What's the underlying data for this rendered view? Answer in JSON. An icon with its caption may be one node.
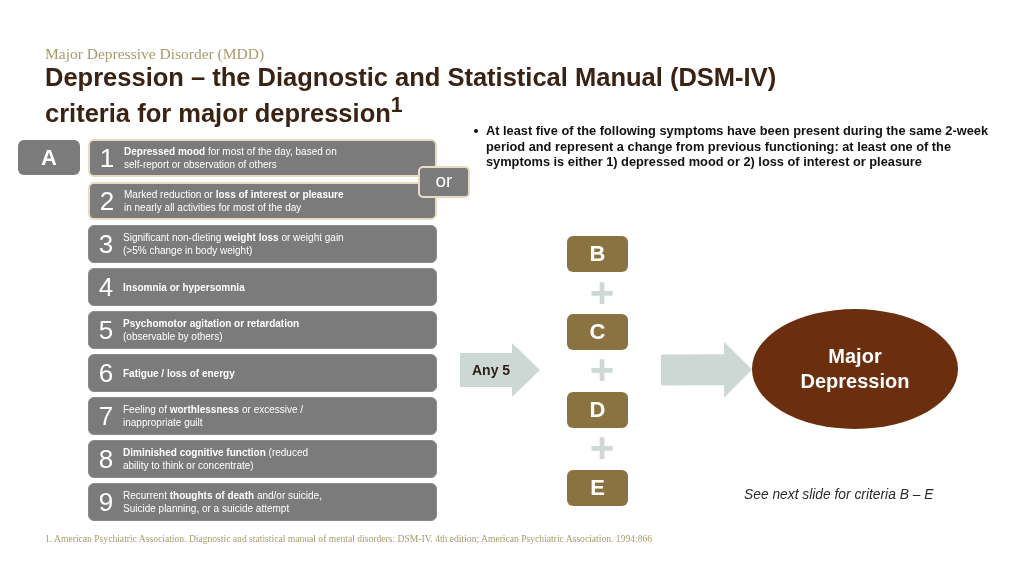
{
  "diagram": {
    "title": "Depression – the Diagnostic and Statistical Manual (DSM-IV) criteria for major depression$^{1}$",
    "caption": "1. American Psychiatric Association. Diagnostic and statistical manual of mental disorders: DSM-IV. 4th edition; American Psychiatric Association. 1994:866",
    "nodes": [
      {
        "text": [
          "A"
        ]
      },
      {
        "text": [
          "1",
          "**Depressed mood** for most of the day, based on self-report or observation of others"
        ]
      },
      {
        "text": [
          "2",
          "Marked reduction or **loss of interest or pleasure** in nearly all activities for most of the day"
        ]
      },
      {
        "text": [
          "3",
          "Significant non-dieting **weight loss** or weight gain (>5% change in body weight)"
        ]
      },
      {
        "text": [
          "4",
          "Insomnia or hypersomnia"
        ]
      },
      {
        "text": [
          "5",
          "**Psychomotor agitation or retardation** (observable by others)"
        ]
      },
      {
        "text": [
          "6",
          "Fatigue / loss of energy"
        ]
      },
      {
        "text": [
          "7",
          "Feeling of **worthlessness** or excessive / inappropriate guilt"
        ]
      },
      {
        "text": [
          "8",
          "**Diminished cognitive function** (reduced ability to think or concentrate)"
        ]
      },
      {
        "text": [
          "9",
          "Recurrent **thoughts of death** and/or suicide, Suicide planning, or a suicide attempt"
        ]
      },
      {
        "text": [
          "or"
        ]
      },
      {
        "text": [
          "Any 5"
        ]
      },
      {
        "text": [
          "B"
        ]
      },
      {
        "text": [
          "C"
        ]
      },
      {
        "text": [
          "D"
        ]
      },
      {
        "text": [
          "E"
        ]
      },
      {
        "text": [
          "Major Depression"
        ]
      }
    ],
    "edges": [
      {
        "from": null,
        "to": 16,
        "arrow": "to"
      }
    ],
    "labels": [
      "Major Depressive Disorder (MDD)",
      "At least five of the following symptoms have been present during the same 2-week period and represent a change from previous functioning: at least one of the symptoms is either 1) depressed mood or 2) loss of interest or pleasure",
      "+",
      "+",
      "+",
      "See next slide for criteria B – E"
    ]
  }
}
